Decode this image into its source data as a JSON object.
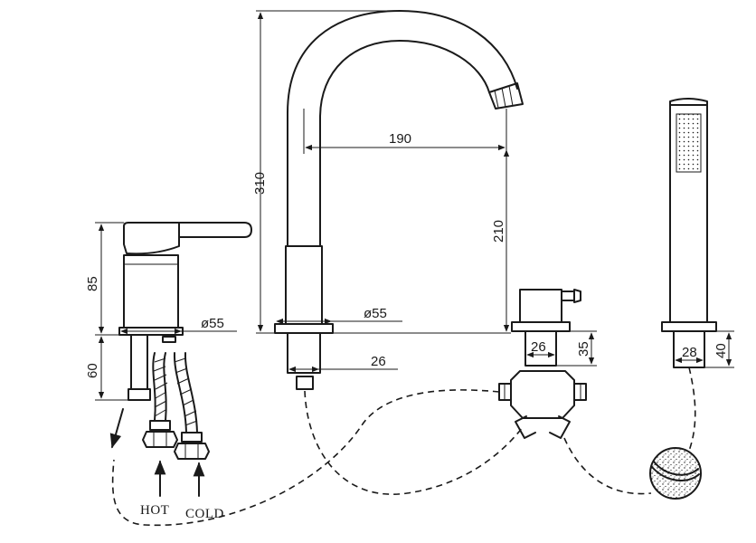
{
  "dimensions": {
    "d310": "310",
    "d190": "190",
    "d210": "210",
    "d85": "85",
    "d60": "60",
    "d55_left": "ø55",
    "d55_spout": "ø55",
    "d26_spout": "26",
    "d26_valve": "26",
    "d35": "35",
    "d28": "28",
    "d40": "40"
  },
  "labels": {
    "hot": "HOT",
    "cold": "COLD"
  }
}
